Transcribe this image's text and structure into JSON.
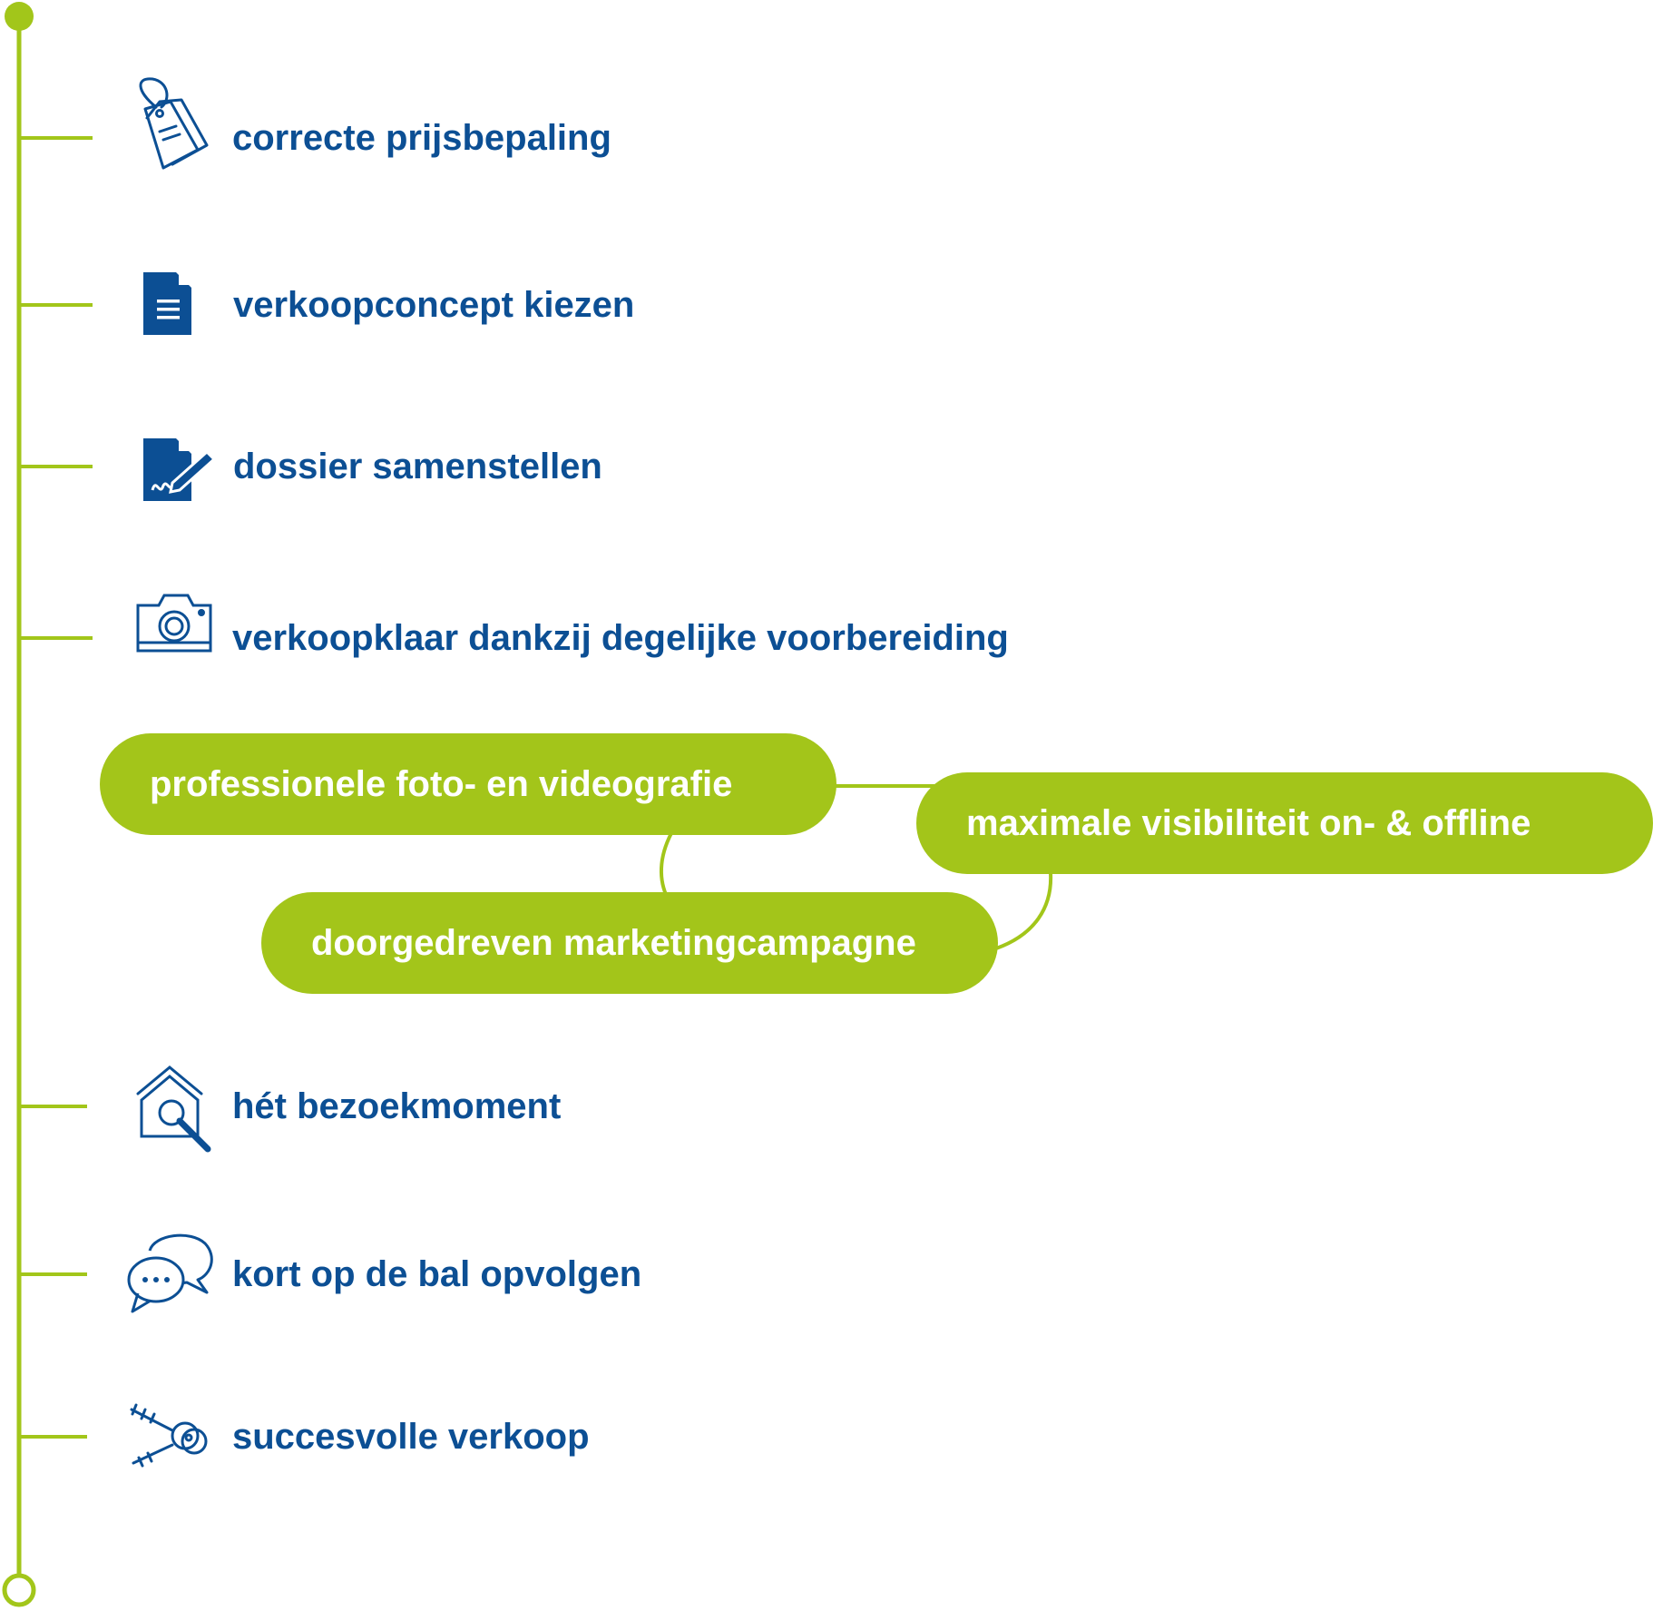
{
  "colors": {
    "line_green": "#a2c61a",
    "pill_green": "#a3c51a",
    "text_blue": "#0c4f94",
    "pill_text": "#ffffff"
  },
  "steps": [
    {
      "label": "correcte prijsbepaling",
      "icon": "price-tag-icon"
    },
    {
      "label": "verkoopconcept kiezen",
      "icon": "document-icon"
    },
    {
      "label": "dossier samenstellen",
      "icon": "signed-document-icon"
    },
    {
      "label": "verkoopklaar dankzij degelijke voorbereiding",
      "icon": "camera-icon"
    },
    {
      "label": "hét bezoekmoment",
      "icon": "house-search-icon"
    },
    {
      "label": "kort op de bal opvolgen",
      "icon": "chat-bubbles-icon"
    },
    {
      "label": "succesvolle verkoop",
      "icon": "keys-icon"
    }
  ],
  "pills": [
    {
      "label": "professionele foto- en videografie"
    },
    {
      "label": "maximale visibiliteit on- & offline"
    },
    {
      "label": "doorgedreven marketingcampagne"
    }
  ]
}
